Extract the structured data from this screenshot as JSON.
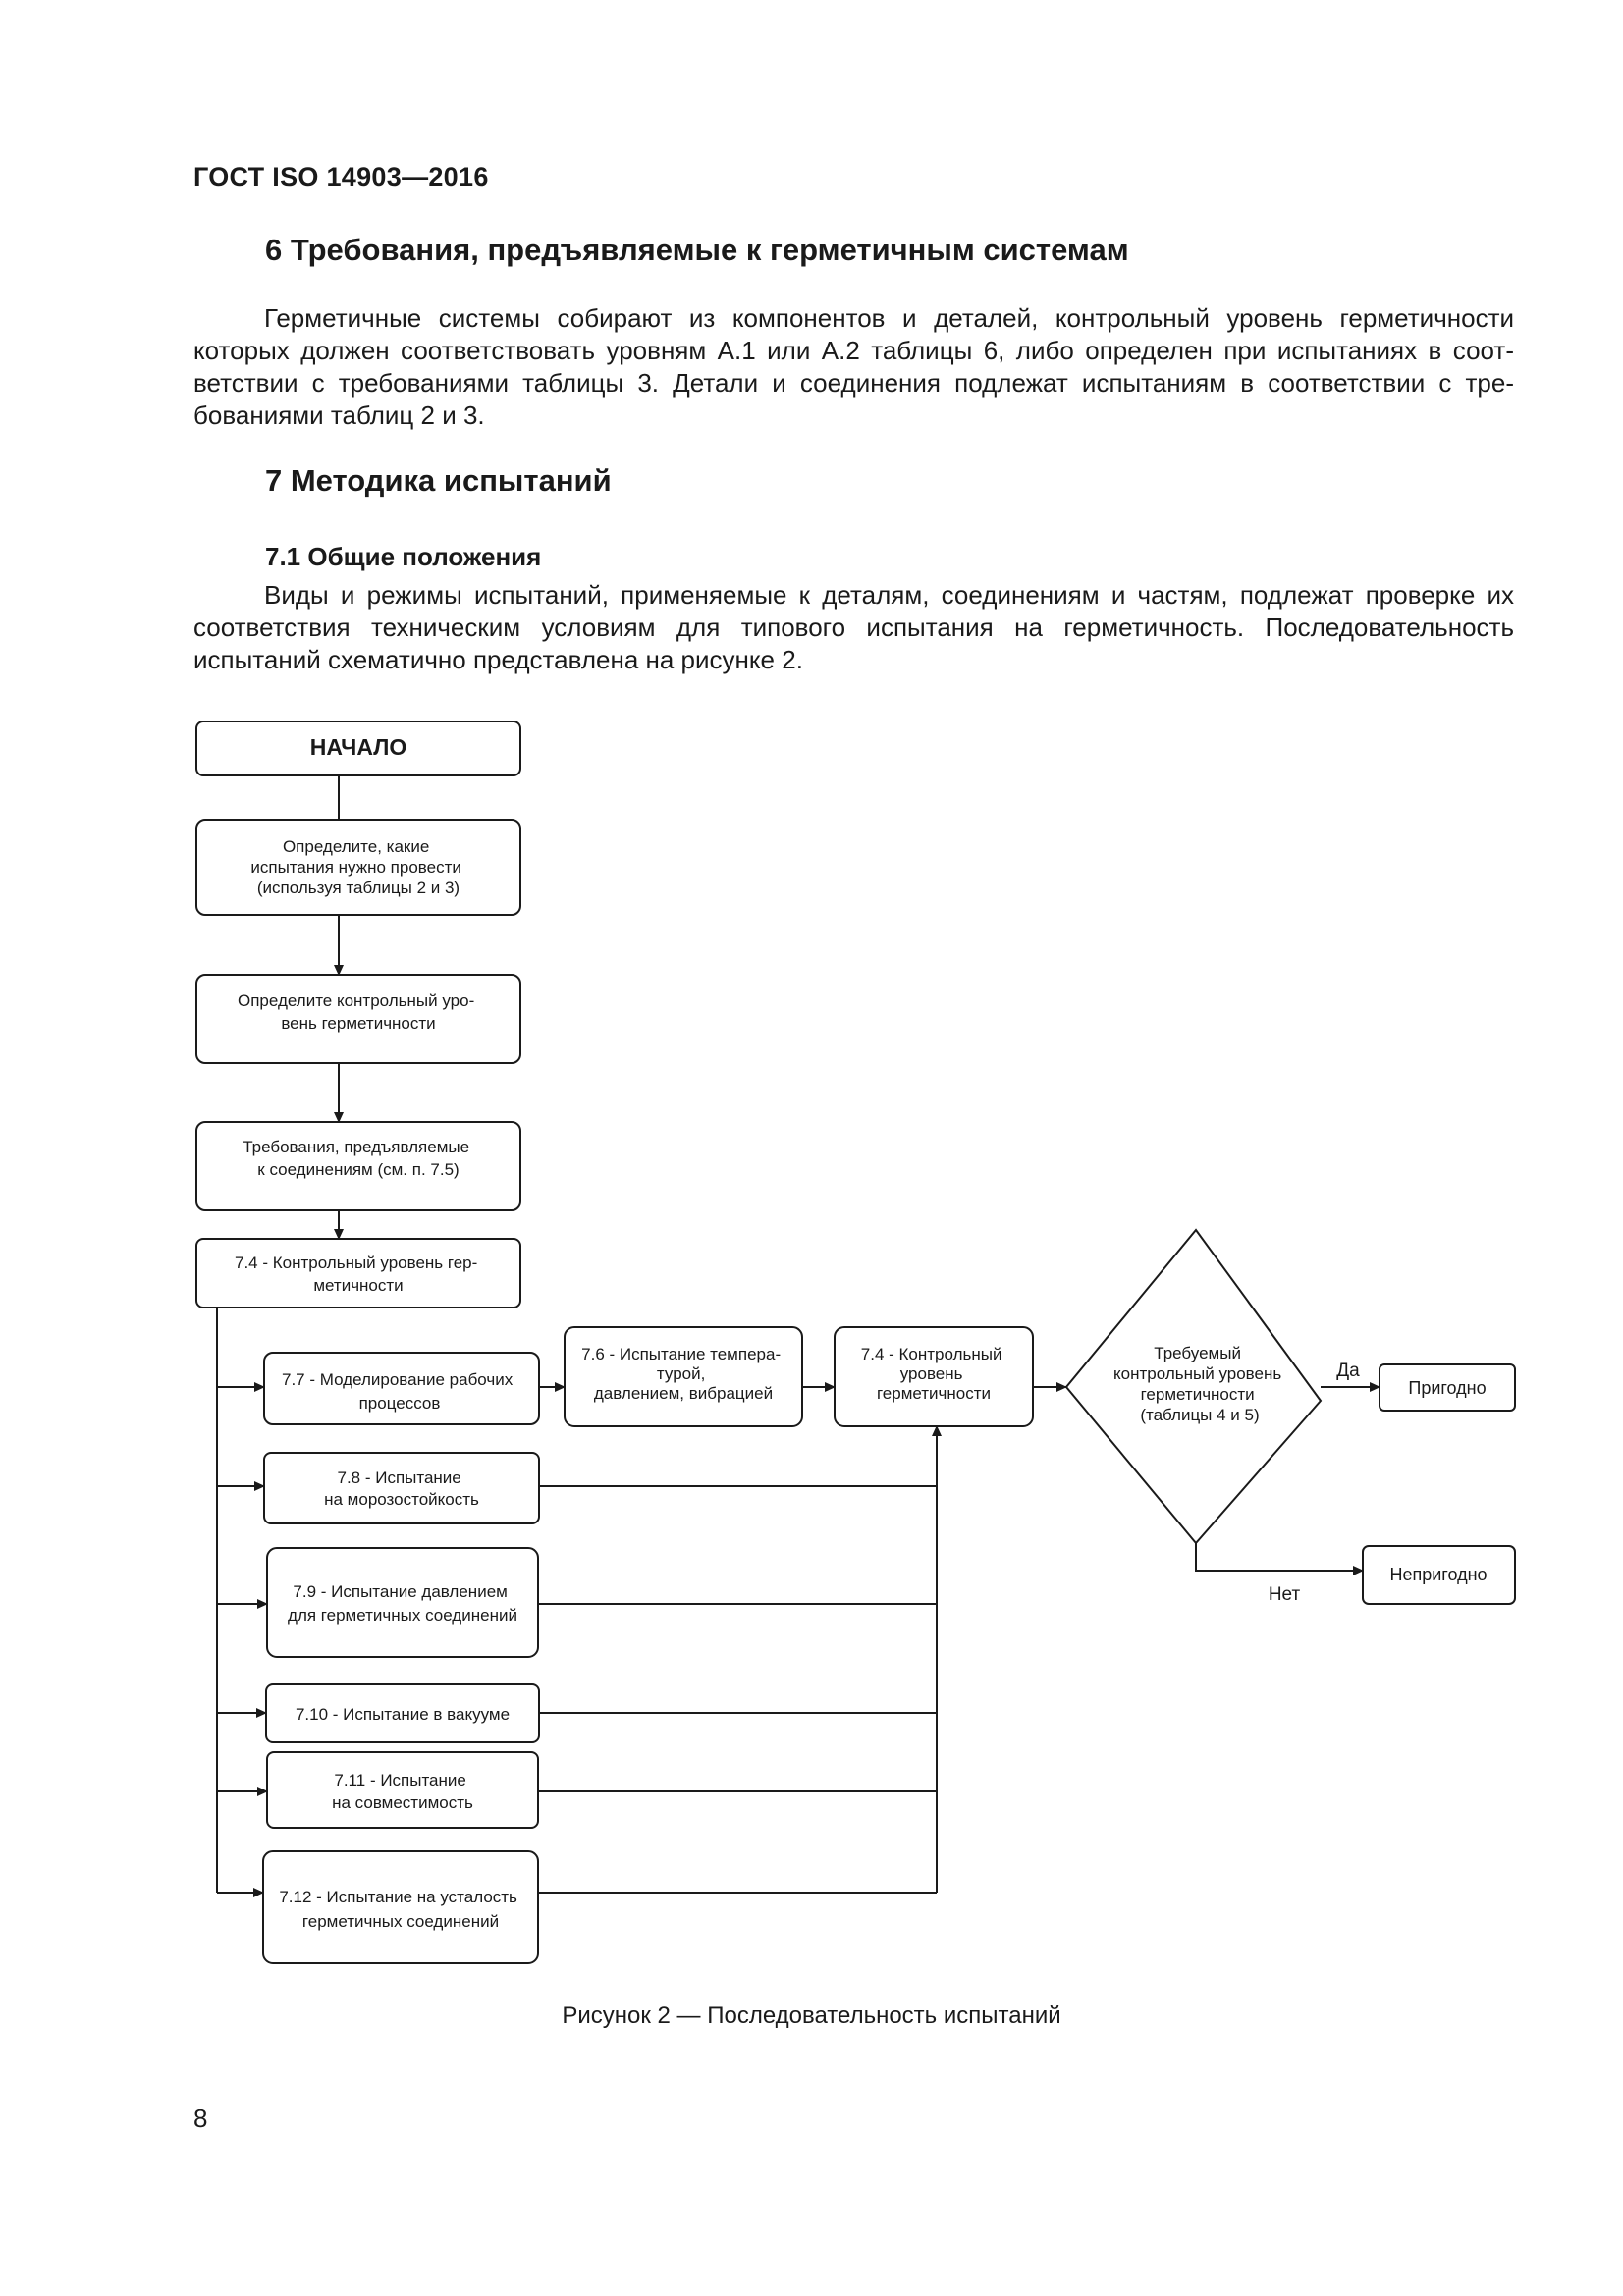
{
  "header": {
    "code": "ГОСТ ISO 14903—2016"
  },
  "section6": {
    "title": "6  Требования, предъявляемые к герметичным системам",
    "lines": [
      "Герметичные системы собирают из компонентов и деталей, контрольный уровень герметичности",
      "которых должен соответствовать уровням А.1 или А.2 таблицы 6, либо определен при испытаниях в соот-",
      "ветствии с требованиями таблицы 3. Детали и соединения подлежат испытаниям в соответствии с тре-",
      "бованиями таблиц 2 и 3."
    ]
  },
  "section7": {
    "title": "7  Методика испытаний"
  },
  "section71": {
    "title": "7.1  Общие положения",
    "lines": [
      "Виды и режимы испытаний, применяемые к деталям, соединениям и частям, подлежат проверке их",
      "соответствия техническим условиям для типового испытания на герметичность. Последовательность",
      "испытаний схематично представлена на рисунке 2."
    ]
  },
  "flowchart": {
    "start": [
      "НАЧАЛО"
    ],
    "step1": [
      "Определите, какие",
      "испытания нужно провести",
      "(используя таблицы 2 и 3)"
    ],
    "step2": [
      "Определите контрольный уро-",
      "вень герметичности"
    ],
    "step3": [
      "Требования, предъявляемые",
      "к соединениям (см. п. 7.5)"
    ],
    "step4": [
      "7.4 - Контрольный уровень гер-",
      "метичности"
    ],
    "test77": [
      "7.7 - Моделирование рабочих",
      "процессов"
    ],
    "test76": [
      "7.6 - Испытание темпера-",
      "турой,",
      "давлением, вибрацией"
    ],
    "check74": [
      "7.4 - Контрольный",
      "уровень",
      "герметичности"
    ],
    "test78": [
      "7.8 - Испытание",
      "на морозостойкость"
    ],
    "test79": [
      "7.9 - Испытание давлением",
      "для герметичных соединений"
    ],
    "test710": [
      "7.10 - Испытание в вакууме"
    ],
    "test711": [
      "7.11 - Испытание",
      "на совместимость"
    ],
    "test712": [
      "7.12 - Испытание на усталость",
      "герметичных соединений"
    ],
    "decision": [
      "Требуемый",
      "контрольный уровень",
      "герметичности",
      "(таблицы 4 и 5)"
    ],
    "yes_label": "Да",
    "no_label": "Нет",
    "pass": [
      "Пригодно"
    ],
    "fail": [
      "Непригодно"
    ]
  },
  "caption": "Рисунок 2 — Последовательность испытаний",
  "page_number": "8"
}
